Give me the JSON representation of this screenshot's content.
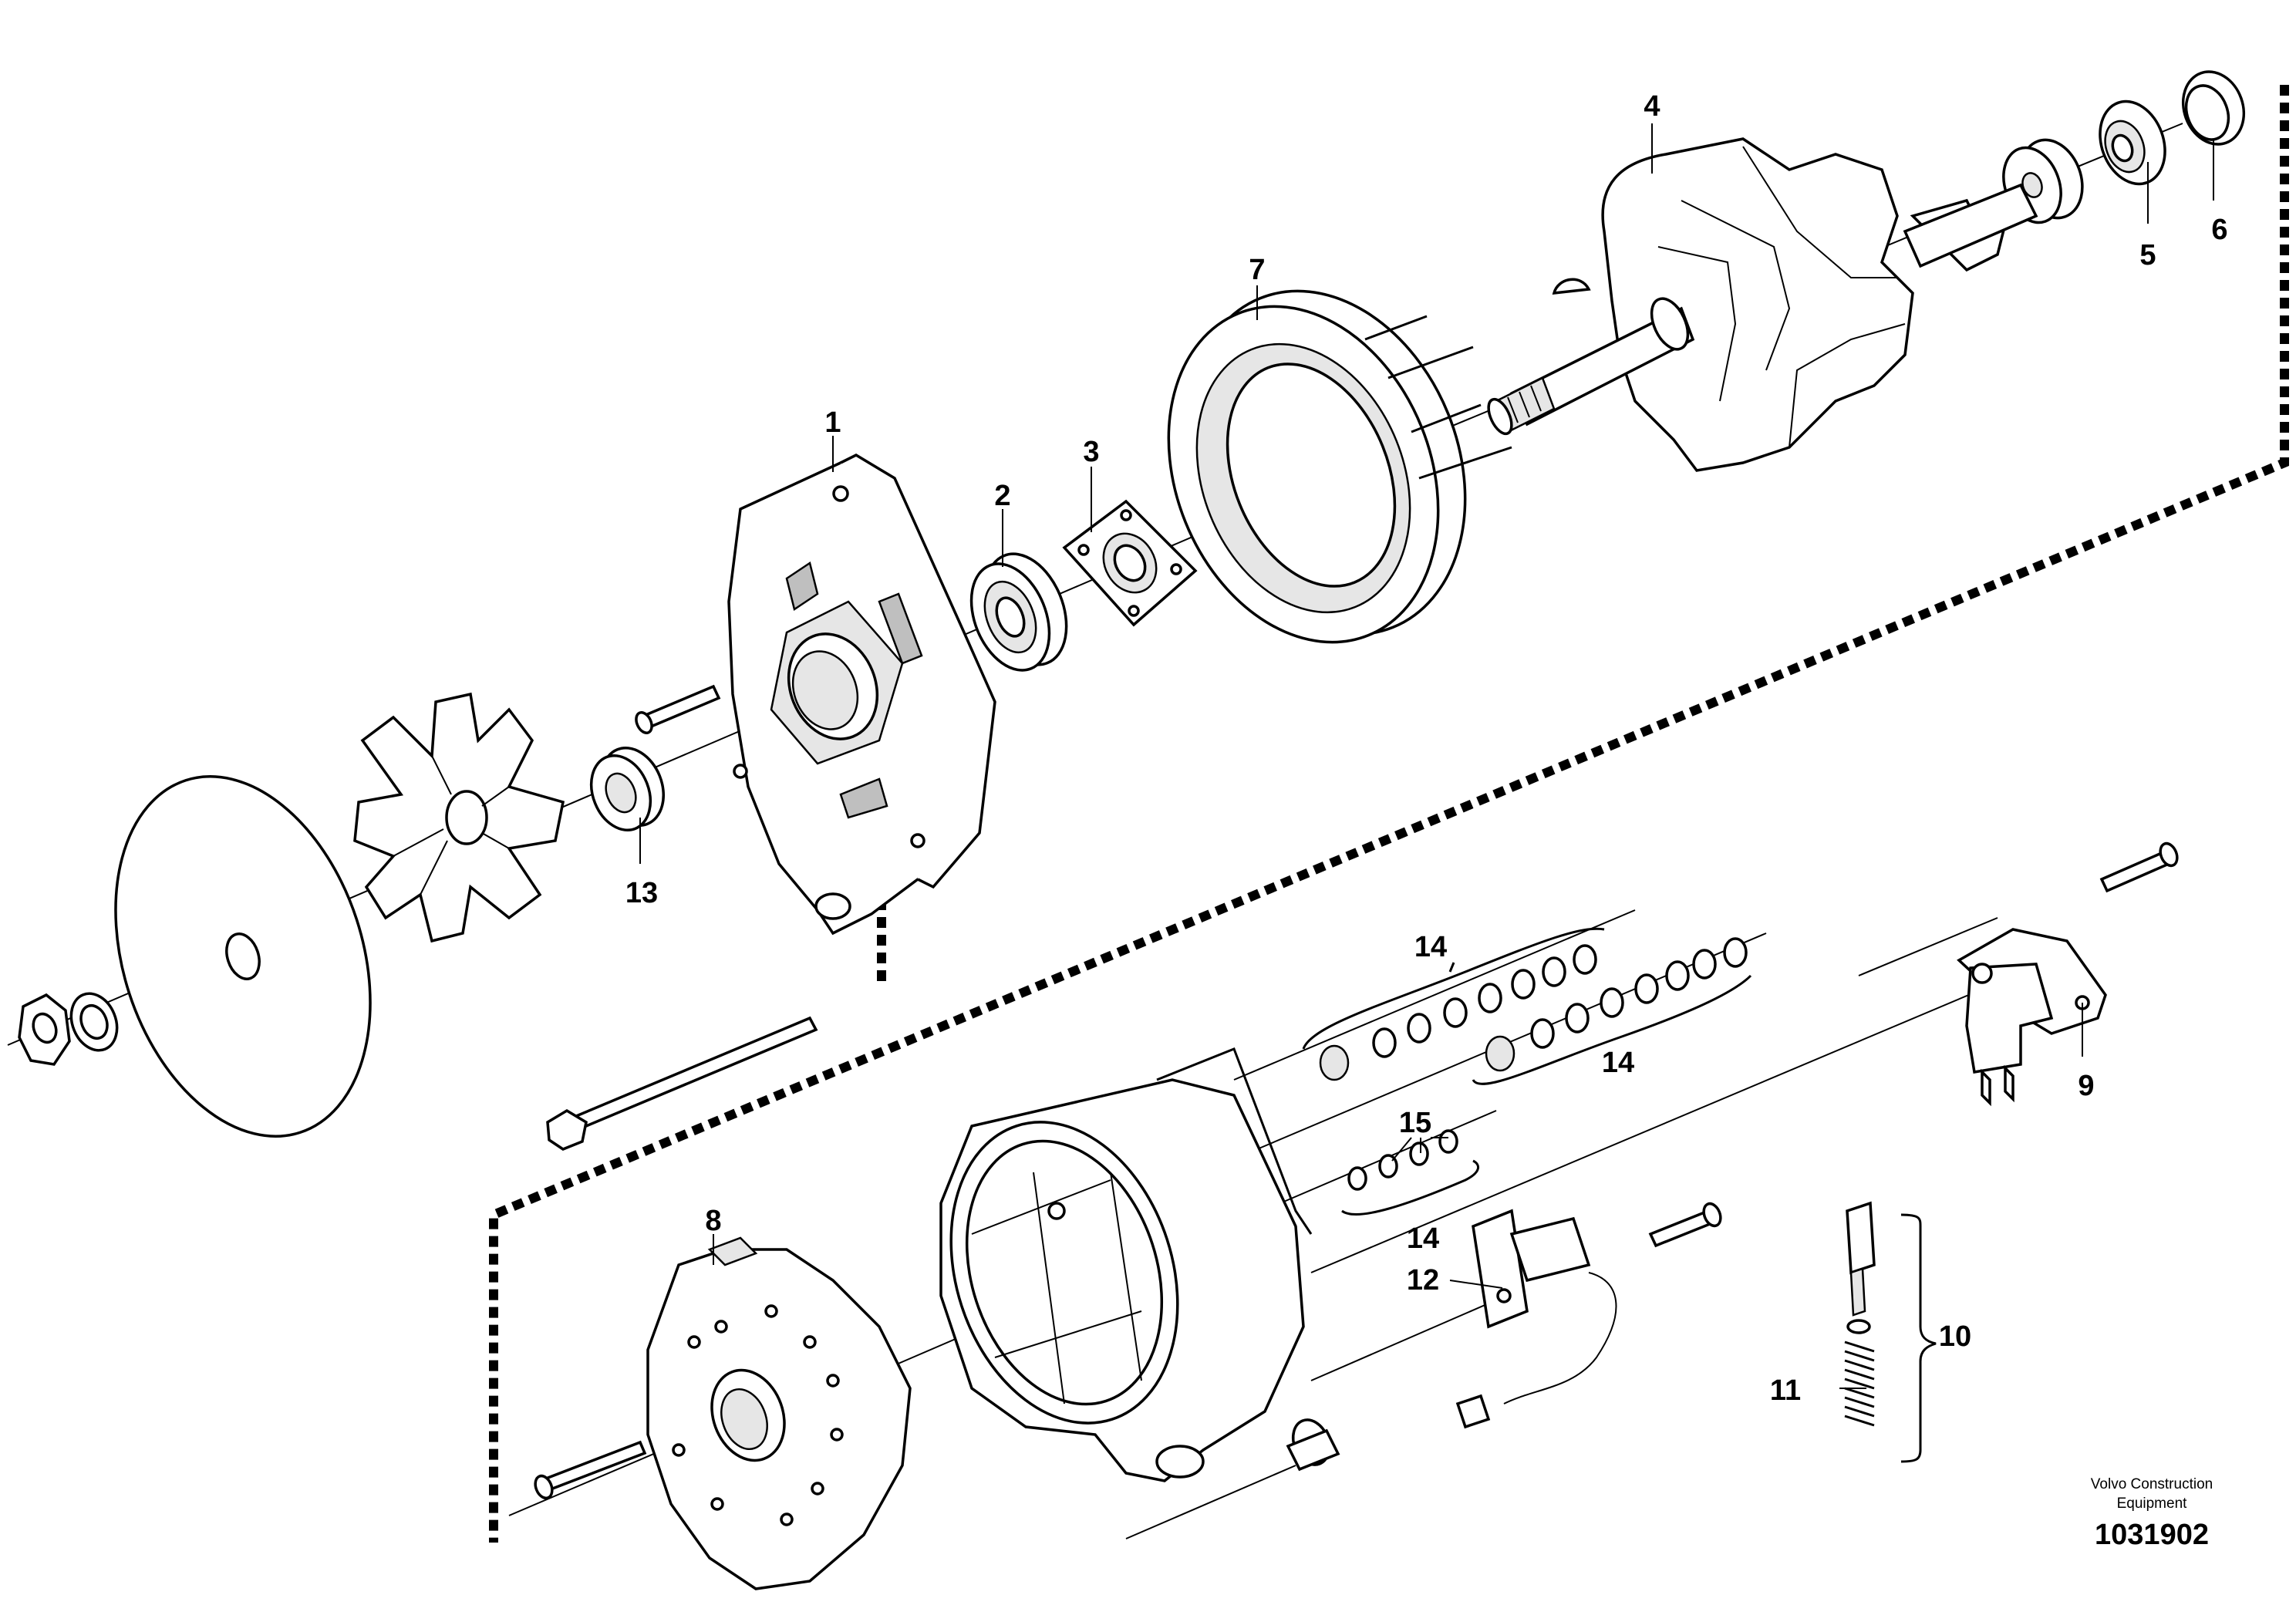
{
  "callouts": {
    "c1": "1",
    "c2": "2",
    "c3": "3",
    "c4": "4",
    "c5": "5",
    "c6": "6",
    "c7": "7",
    "c8": "8",
    "c9": "9",
    "c10": "10",
    "c11": "11",
    "c12": "12",
    "c13": "13",
    "c14a": "14",
    "c14b": "14",
    "c14c": "14",
    "c15": "15"
  },
  "credit": {
    "line1": "Volvo Construction",
    "line2": "Equipment",
    "number": "1031902"
  }
}
